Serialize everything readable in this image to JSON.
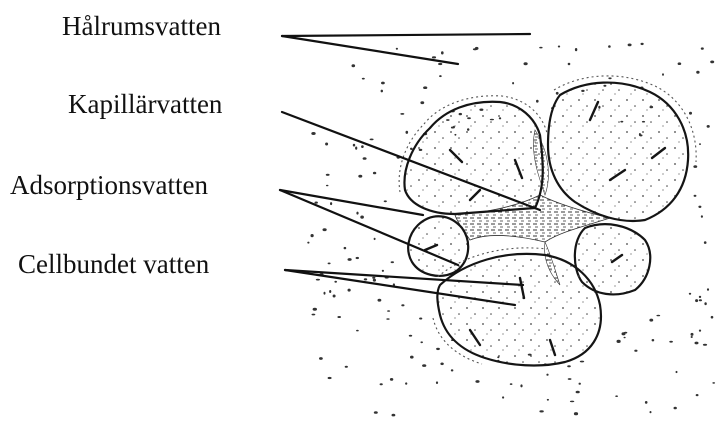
{
  "labels": [
    "Hålrumsvatten",
    "Kapillärvatten",
    "Adsorptionsvatten",
    "Cellbundet vatten"
  ],
  "colors": {
    "ink": "#111111",
    "background": "#ffffff"
  }
}
